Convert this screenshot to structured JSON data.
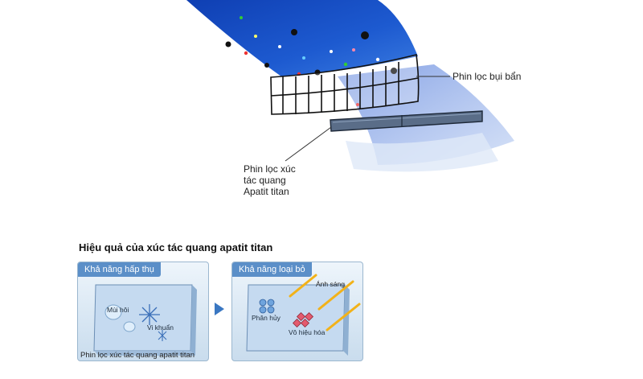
{
  "top_diagram": {
    "label_dust_filter": "Phin lọc bụi bẩn",
    "label_apatite_filter_lines": [
      "Phin lọc xúc",
      "tác quang",
      "Apatit titan"
    ]
  },
  "section": {
    "title": "Hiệu quả của xúc tác quang apatit titan"
  },
  "panel_left": {
    "header": "Khả năng hấp thụ",
    "label_odor": "Mùi hôi",
    "label_bacteria": "Vi khuẩn",
    "caption": "Phin lọc xúc tác quang apatit titan"
  },
  "panel_right": {
    "header": "Khả năng loại bỏ",
    "label_sunlight": "Ánh sáng",
    "label_decompose": "Phân hủy",
    "label_neutralize": "Vô hiệu hóa"
  },
  "colors": {
    "airflow_blue": "#1f57c9",
    "light_beam": "#f2b219",
    "panel_header": "#5b8fc8"
  },
  "icons": [
    "arrow-right-icon",
    "sun-ray-icon",
    "bacteria-icon",
    "odor-molecule-icon"
  ]
}
